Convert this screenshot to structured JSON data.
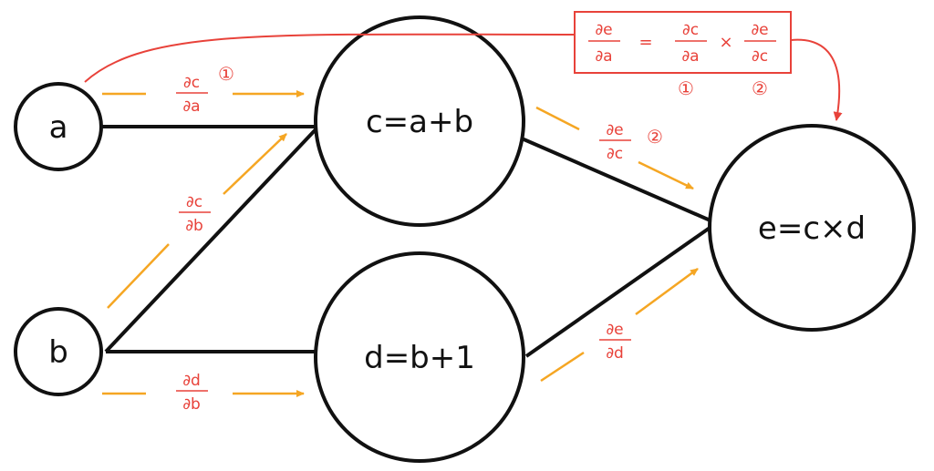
{
  "nodes": {
    "a": "a",
    "b": "b",
    "c": "c=a+b",
    "d": "d=b+1",
    "e": "e=c×d"
  },
  "gradients": {
    "dc_da": {
      "num": "∂c",
      "den": "∂a",
      "mark": "①"
    },
    "dc_db": {
      "num": "∂c",
      "den": "∂b"
    },
    "dd_db": {
      "num": "∂d",
      "den": "∂b"
    },
    "de_dc": {
      "num": "∂e",
      "den": "∂c",
      "mark": "②"
    },
    "de_dd": {
      "num": "∂e",
      "den": "∂d"
    }
  },
  "chain_rule": {
    "lhs": {
      "num": "∂e",
      "den": "∂a"
    },
    "equals": "=",
    "term1": {
      "num": "∂c",
      "den": "∂a"
    },
    "times": "×",
    "term2": {
      "num": "∂e",
      "den": "∂c"
    },
    "mark1": "①",
    "mark2": "②"
  },
  "colors": {
    "edge": "#111111",
    "gradient_arrow": "#f5a623",
    "highlight": "#e8423a"
  }
}
